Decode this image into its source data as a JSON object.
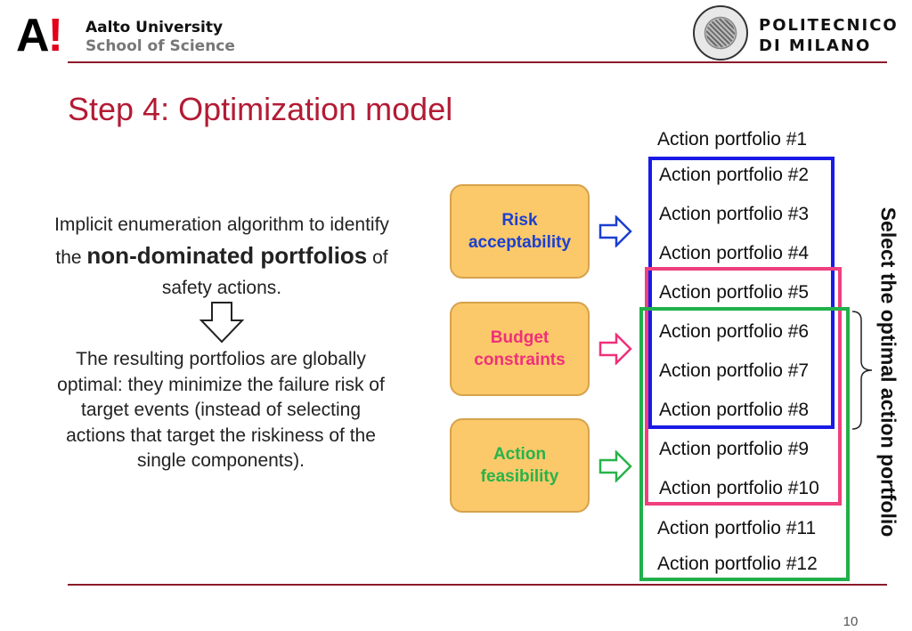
{
  "header": {
    "aalto_mark": "A!",
    "aalto_name": "Aalto University",
    "aalto_school": "School of Science",
    "polimi_line1": "POLITECNICO",
    "polimi_line2": "DI MILANO",
    "seal_icon": "polimi-seal-icon"
  },
  "slide": {
    "title": "Step 4: Optimization model",
    "para1_a": "Implicit enumeration algorithm to identify the",
    "para1_b": "non-dominated portfolios",
    "para1_c": "of safety actions.",
    "para2": "The resulting portfolios are globally optimal: they minimize the failure risk of target events (instead of selecting actions that target the riskiness of the single components).",
    "criteria": [
      {
        "label": "Risk acceptability",
        "color": "#1b3fd0"
      },
      {
        "label": "Budget constraints",
        "color": "#f0307a"
      },
      {
        "label": "Action feasibility",
        "color": "#27b34a"
      }
    ],
    "portfolios": [
      "Action portfolio #1",
      "Action portfolio #2",
      "Action portfolio #3",
      "Action portfolio #4",
      "Action portfolio #5",
      "Action portfolio #6",
      "Action portfolio #7",
      "Action portfolio #8",
      "Action portfolio #9",
      "Action portfolio #10",
      "Action portfolio #11",
      "Action portfolio #12"
    ],
    "side_label": "Select the optimal action portfolio",
    "page_number": "10"
  },
  "colors": {
    "title": "#b31b34",
    "rule": "#8b1a2b",
    "box_fill": "#fbc96a",
    "blue_frame": "#1a1ae6",
    "pink_frame": "#ef3f7e",
    "green_frame": "#20b04a"
  }
}
